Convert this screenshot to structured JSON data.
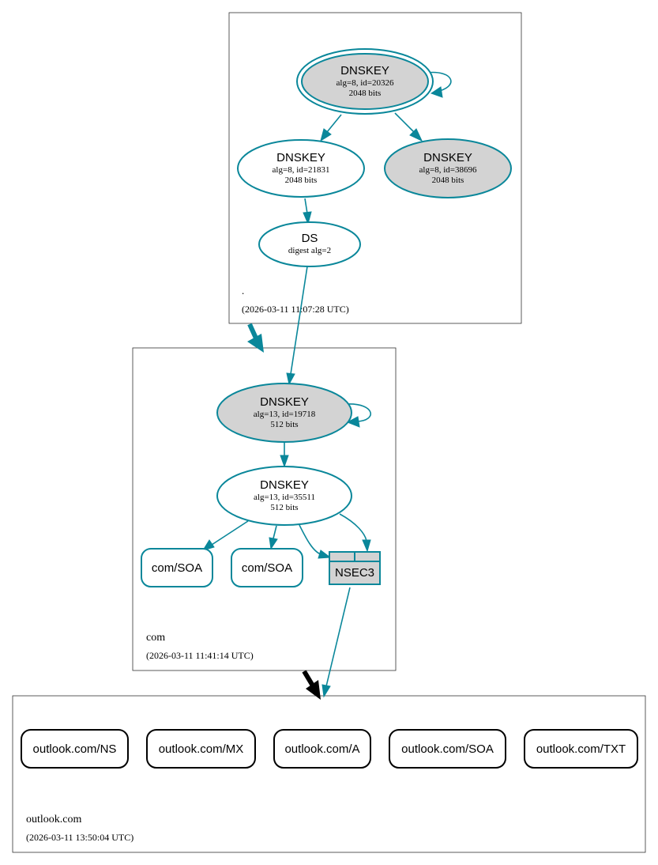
{
  "zones": {
    "root": {
      "name": ".",
      "timestamp": "(2026-03-11 11:07:28 UTC)"
    },
    "com": {
      "name": "com",
      "timestamp": "(2026-03-11 11:41:14 UTC)"
    },
    "outlook": {
      "name": "outlook.com",
      "timestamp": "(2026-03-11 13:50:04 UTC)"
    }
  },
  "nodes": {
    "root_ksk": {
      "title": "DNSKEY",
      "line1": "alg=8, id=20326",
      "line2": "2048 bits"
    },
    "root_zsk": {
      "title": "DNSKEY",
      "line1": "alg=8, id=21831",
      "line2": "2048 bits"
    },
    "root_key3": {
      "title": "DNSKEY",
      "line1": "alg=8, id=38696",
      "line2": "2048 bits"
    },
    "com_ds": {
      "title": "DS",
      "line1": "digest alg=2"
    },
    "com_ksk": {
      "title": "DNSKEY",
      "line1": "alg=13, id=19718",
      "line2": "512 bits"
    },
    "com_zsk": {
      "title": "DNSKEY",
      "line1": "alg=13, id=35511",
      "line2": "512 bits"
    },
    "com_soa_1": {
      "label": "com/SOA"
    },
    "com_soa_2": {
      "label": "com/SOA"
    },
    "nsec3": {
      "label": "NSEC3"
    },
    "outlook_ns": {
      "label": "outlook.com/NS"
    },
    "outlook_mx": {
      "label": "outlook.com/MX"
    },
    "outlook_a": {
      "label": "outlook.com/A"
    },
    "outlook_soa": {
      "label": "outlook.com/SOA"
    },
    "outlook_txt": {
      "label": "outlook.com/TXT"
    }
  },
  "colors": {
    "edge": "#0a879a",
    "gray_fill": "#d3d3d3",
    "delegation_insecure": "#000000",
    "zone_border": "#333333"
  }
}
